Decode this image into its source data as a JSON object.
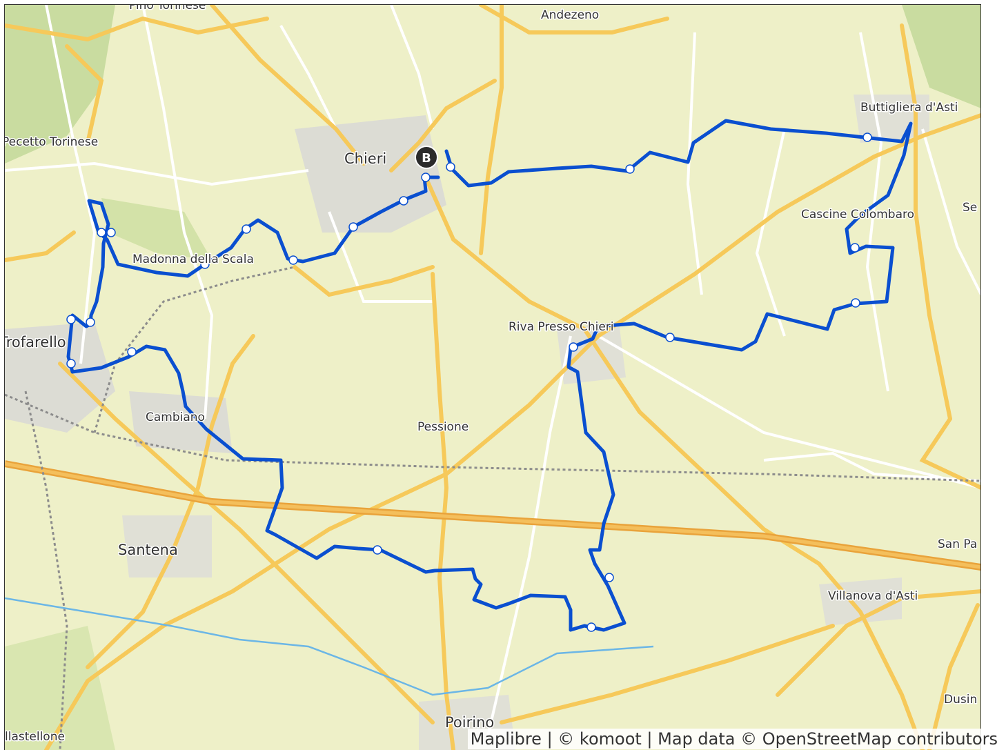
{
  "map": {
    "places": [
      {
        "name": "Pino Torinese",
        "size": "small"
      },
      {
        "name": "Andezeno",
        "size": "small"
      },
      {
        "name": "Buttigliera d'Asti",
        "size": "small"
      },
      {
        "name": "Pecetto Torinese",
        "size": "small"
      },
      {
        "name": "Chieri",
        "size": "big"
      },
      {
        "name": "Cascine Colombaro",
        "size": "small"
      },
      {
        "name": "Se",
        "size": "small"
      },
      {
        "name": "Madonna della Scala",
        "size": "small"
      },
      {
        "name": "Trofarello",
        "size": "big"
      },
      {
        "name": "Riva Presso Chieri",
        "size": "small"
      },
      {
        "name": "Cambiano",
        "size": "small"
      },
      {
        "name": "Pessione",
        "size": "small"
      },
      {
        "name": "Santena",
        "size": "big"
      },
      {
        "name": "San Pa",
        "size": "small"
      },
      {
        "name": "Villanova d'Asti",
        "size": "small"
      },
      {
        "name": "Dusin",
        "size": "small"
      },
      {
        "name": "Poirino",
        "size": "big"
      },
      {
        "name": "llastellone",
        "size": "small"
      }
    ],
    "marker": {
      "label": "B",
      "color": "#2b2b2b"
    },
    "route_color": "#0a4fd0",
    "road_color": "#f6c95a",
    "highway_color": "#e9a33b",
    "river_color": "#6bb6e6",
    "railway_color": "#8c8c8c",
    "background_color": "#eef0c8"
  },
  "attribution": "Maplibre | © komoot | Map data © OpenStreetMap contributors"
}
